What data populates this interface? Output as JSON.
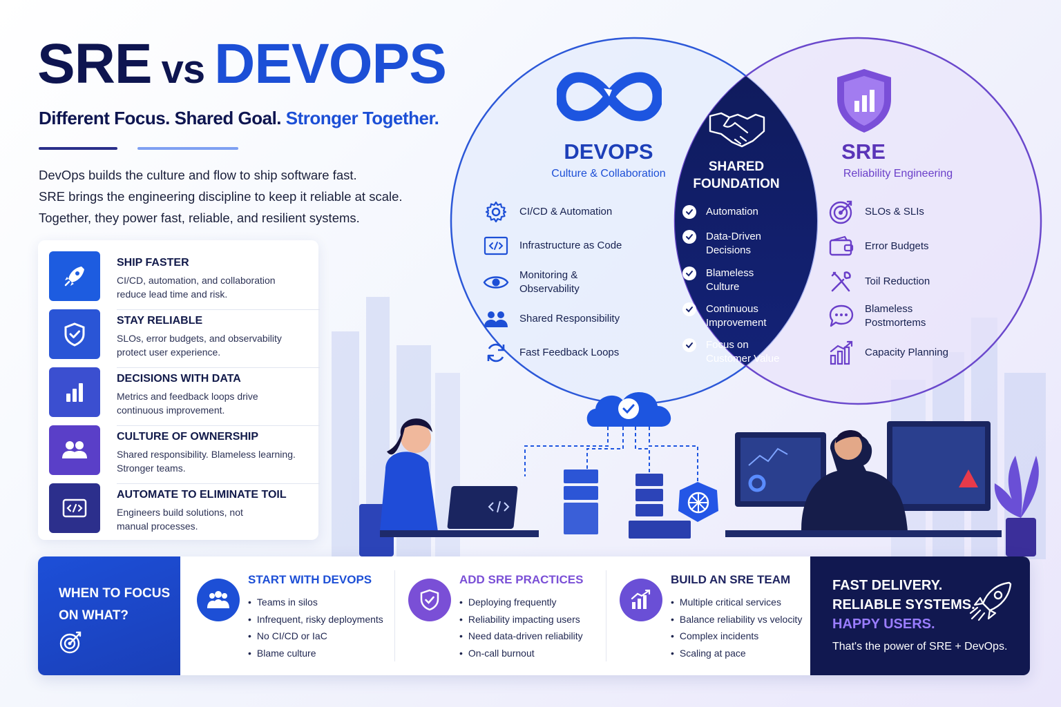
{
  "header": {
    "title_sre": "SRE",
    "title_vs": "vs",
    "title_devops": "DEVOPS",
    "subtitle_main": "Different Focus. Shared Goal.",
    "subtitle_accent": "Stronger Together.",
    "intro": [
      "DevOps builds the culture and flow to ship software fast.",
      "SRE brings the engineering discipline to keep it reliable at scale.",
      "Together, they power fast, reliable, and resilient systems."
    ]
  },
  "benefits": [
    {
      "title": "SHIP FASTER",
      "desc": [
        "CI/CD, automation, and collaboration",
        "reduce lead time and risk."
      ],
      "icon": "rocket-icon",
      "color": "#1d5ce0"
    },
    {
      "title": "STAY RELIABLE",
      "desc": [
        "SLOs, error budgets, and observability",
        "protect user experience."
      ],
      "icon": "shield-check-icon",
      "color": "#2a55d6"
    },
    {
      "title": "DECISIONS WITH DATA",
      "desc": [
        "Metrics and feedback loops drive",
        "continuous improvement."
      ],
      "icon": "bar-chart-icon",
      "color": "#3b4fd0"
    },
    {
      "title": "CULTURE OF OWNERSHIP",
      "desc": [
        "Shared responsibility. Blameless learning.",
        "Stronger teams."
      ],
      "icon": "team-icon",
      "color": "#5a3fc8"
    },
    {
      "title": "AUTOMATE TO ELIMINATE TOIL",
      "desc": [
        "Engineers build solutions, not",
        "manual processes."
      ],
      "icon": "code-icon",
      "color": "#2c2f8c"
    }
  ],
  "devops": {
    "title": "DEVOPS",
    "subtitle": "Culture & Collaboration",
    "color": "#1d4fd6",
    "items": [
      {
        "label": [
          "CI/CD & Automation"
        ],
        "icon": "gear-icon"
      },
      {
        "label": [
          "Infrastructure as Code"
        ],
        "icon": "code-window-icon"
      },
      {
        "label": [
          "Monitoring &",
          "Observability"
        ],
        "icon": "eye-icon"
      },
      {
        "label": [
          "Shared Responsibility"
        ],
        "icon": "people-icon"
      },
      {
        "label": [
          "Fast Feedback Loops"
        ],
        "icon": "refresh-icon"
      }
    ]
  },
  "shared": {
    "title": [
      "SHARED",
      "FOUNDATION"
    ],
    "items": [
      [
        "Automation"
      ],
      [
        "Data-Driven",
        "Decisions"
      ],
      [
        "Blameless",
        "Culture"
      ],
      [
        "Continuous",
        "Improvement"
      ],
      [
        "Focus on",
        "Customer Value"
      ]
    ]
  },
  "sre": {
    "title": "SRE",
    "subtitle": "Reliability Engineering",
    "color": "#6a3fc9",
    "items": [
      {
        "label": [
          "SLOs & SLIs"
        ],
        "icon": "target-icon"
      },
      {
        "label": [
          "Error Budgets"
        ],
        "icon": "wallet-icon"
      },
      {
        "label": [
          "Toil Reduction"
        ],
        "icon": "tools-icon"
      },
      {
        "label": [
          "Blameless",
          "Postmortems"
        ],
        "icon": "chat-icon"
      },
      {
        "label": [
          "Capacity Planning"
        ],
        "icon": "growth-chart-icon"
      }
    ]
  },
  "band": {
    "question": [
      "WHEN TO FOCUS",
      "ON WHAT?"
    ],
    "stages": [
      {
        "title": "START WITH DEVOPS",
        "color": "#1d4fd6",
        "icon": "team-icon",
        "items": [
          "Teams in silos",
          "Infrequent, risky deployments",
          "No CI/CD or IaC",
          "Blame culture"
        ]
      },
      {
        "title": "ADD SRE PRACTICES",
        "color": "#7a4fd6",
        "icon": "shield-check-icon",
        "items": [
          "Deploying frequently",
          "Reliability impacting users",
          "Need data-driven reliability",
          "On-call burnout"
        ]
      },
      {
        "title": "BUILD AN SRE TEAM",
        "color": "#2a2f8c",
        "icon": "growth-chart-icon",
        "items": [
          "Multiple critical services",
          "Balance reliability vs velocity",
          "Complex incidents",
          "Scaling at pace"
        ]
      }
    ],
    "closing": [
      "FAST DELIVERY.",
      "RELIABLE SYSTEMS.",
      "HAPPY USERS."
    ],
    "tagline": "That's the power of SRE + DevOps."
  }
}
